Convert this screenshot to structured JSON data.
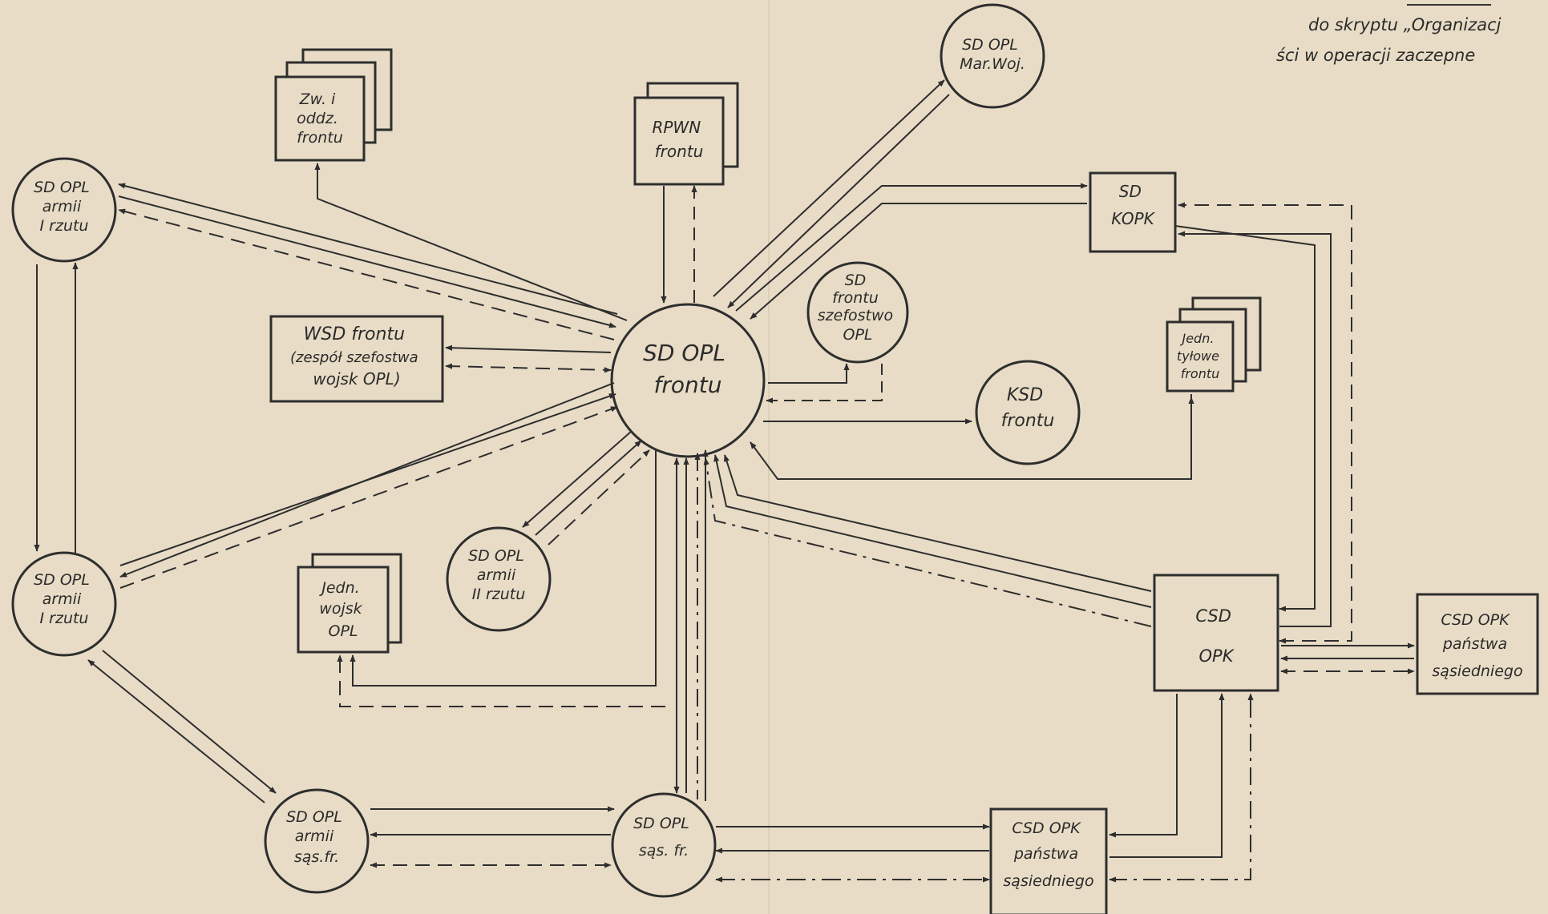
{
  "header": {
    "line1": "do skryptu „Organizacj",
    "line2": "ści w operacji zaczepne"
  },
  "nodes": {
    "front": [
      "SD OPL",
      "frontu"
    ],
    "marwoj": [
      "SD OPL",
      "Mar.Woj."
    ],
    "szefostwo": [
      "SD",
      "frontu",
      "szefostwo",
      "OPL"
    ],
    "armia1a": [
      "SD OPL",
      "armii",
      "I rzutu"
    ],
    "armia1b": [
      "SD OPL",
      "armii",
      "I rzutu"
    ],
    "armia2": [
      "SD OPL",
      "armii",
      "II rzutu"
    ],
    "ksd": [
      "KSD",
      "frontu"
    ],
    "armiasas": [
      "SD OPL",
      "armii",
      "sąs.fr."
    ],
    "sasfr": [
      "SD OPL",
      "sąs. fr."
    ],
    "zw": [
      "Zw. i",
      "oddz.",
      "frontu"
    ],
    "rpwn": [
      "RPWN",
      "frontu"
    ],
    "wsd": [
      "WSD frontu",
      "(zespół szefostwa",
      "wojsk OPL)"
    ],
    "kopk": [
      "SD",
      "KOPK"
    ],
    "tylowe": [
      "Jedn.",
      "tyłowe",
      "frontu"
    ],
    "opl": [
      "Jedn.",
      "wojsk",
      "OPL"
    ],
    "csd": [
      "CSD",
      "OPK"
    ],
    "csdsas": [
      "CSD OPK",
      "państwa",
      "sąsiedniego"
    ],
    "csdsas2": [
      "CSD OPK",
      "państwa",
      "sąsiedniego"
    ]
  }
}
